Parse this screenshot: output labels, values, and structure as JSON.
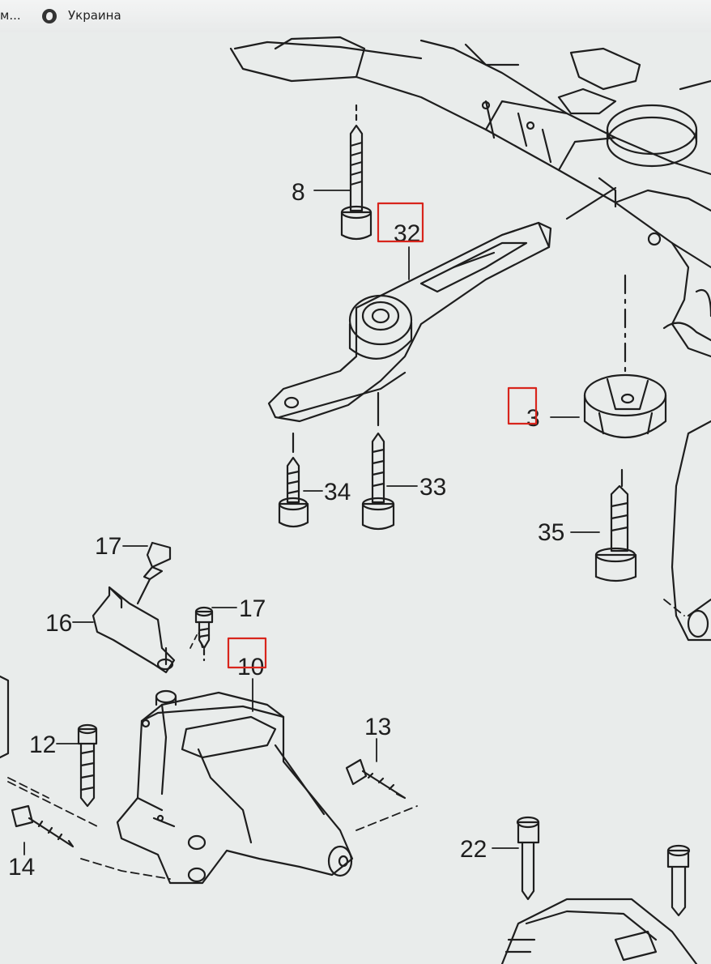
{
  "browser_bar": {
    "truncated_tab": "м...",
    "globe_icon": "globe-icon",
    "country": "Украина"
  },
  "colors": {
    "line": "#1e1e1e",
    "paper": "#e9eceb",
    "highlight": "#d8251c"
  },
  "callouts": [
    "8",
    "32",
    "34",
    "33",
    "3",
    "35",
    "17",
    "16",
    "17",
    "10",
    "12",
    "13",
    "14",
    "22"
  ],
  "highlighted": [
    "32",
    "3",
    "10"
  ]
}
